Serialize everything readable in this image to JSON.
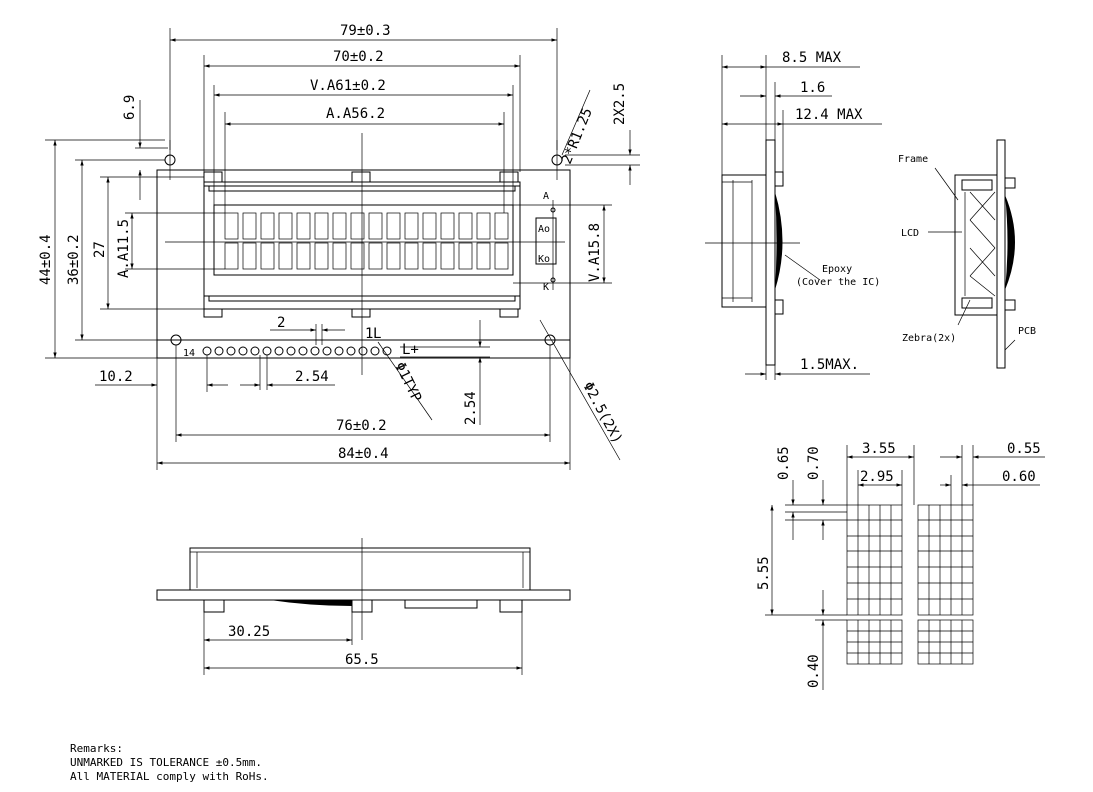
{
  "front": {
    "outer_width": "79±0.3",
    "bezel_width": "70±0.2",
    "viewing_area_width": "V.A61±0.2",
    "active_area_width": "A.A56.2",
    "corner_radius": "2*R1.25",
    "top_offset": "6.9",
    "slot_size": "2X2.5",
    "pcb_height": "44±0.4",
    "hole_pitch_v": "36±0.2",
    "bezel_height": "27",
    "active_area_height": "A.A11.5",
    "viewing_area_height": "V.A15.8",
    "pin_width": "2",
    "pin_1": "1",
    "pin_l": "L",
    "pin_lplus": "L+",
    "pin_14": "14",
    "pin_pitch": "2.54",
    "pin_row_offset": "2.54",
    "pin_hole": "Φ1TYP",
    "mount_hole": "Φ2.5(2X)",
    "first_pin_offset": "10.2",
    "hole_pitch_h": "76±0.2",
    "pcb_width": "84±0.4",
    "led_a": "A",
    "led_k": "K",
    "pad_ao": "Ao",
    "pad_ko": "Ko"
  },
  "side": {
    "module_thickness": "8.5 MAX",
    "pcb_thickness": "1.6",
    "total_thickness": "12.4 MAX",
    "epoxy_label": "Epoxy",
    "epoxy_note": "(Cover the IC)",
    "bottom_clearance": "1.5MAX."
  },
  "detail": {
    "frame_label": "Frame",
    "lcd_label": "LCD",
    "zebra_label": "Zebra(2x)",
    "pcb_label": "PCB"
  },
  "bottom": {
    "offset": "30.25",
    "width": "65.5"
  },
  "char": {
    "dot_gap": "0.65",
    "dot_pitch_v": "0.70",
    "char_width": "3.55",
    "char_inner": "2.95",
    "dot_width": "0.55",
    "dot_pitch_h": "0.60",
    "char_height": "5.55",
    "cursor_gap": "0.40"
  },
  "remarks": {
    "title": "Remarks:",
    "line1": "UNMARKED IS    TOLERANCE ±0.5mm.",
    "line2": "All MATERIAL comply with RoHs."
  }
}
